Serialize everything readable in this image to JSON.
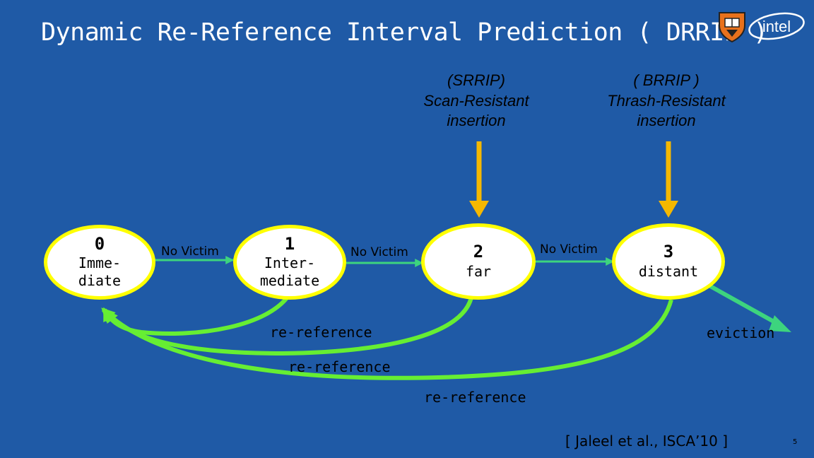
{
  "title": "Dynamic Re-Reference Interval Prediction ( DRRIP )",
  "insertion_labels": {
    "srrip": {
      "line1": "(SRRIP)",
      "line2": "Scan-Resistant",
      "line3": "insertion"
    },
    "brrip": {
      "line1": "( BRRIP )",
      "line2": "Thrash-Resistant",
      "line3": "insertion"
    }
  },
  "states": [
    {
      "num": "0",
      "name": "Imme-\ndiate"
    },
    {
      "num": "1",
      "name": "Inter-\nmediate"
    },
    {
      "num": "2",
      "name": "far"
    },
    {
      "num": "3",
      "name": "distant"
    }
  ],
  "transitions": {
    "no_victim_1": "No Victim",
    "no_victim_2": "No Victim",
    "no_victim_3": "No Victim",
    "eviction": "eviction"
  },
  "re_reference": {
    "from_1": "re-reference",
    "from_2": "re-reference",
    "from_3": "re-reference"
  },
  "citation": "[ Jaleel et al., ISCA’10 ]",
  "slide_number": "5",
  "colors": {
    "background": "#1f5aa6",
    "state_border": "#ffff00",
    "forward_arrow": "#3dd47e",
    "re_reference_arrow": "#66ee33",
    "insertion_arrow": "#f5b800"
  },
  "logos": {
    "university": "princeton-shield-logo",
    "company": "intel-logo"
  }
}
